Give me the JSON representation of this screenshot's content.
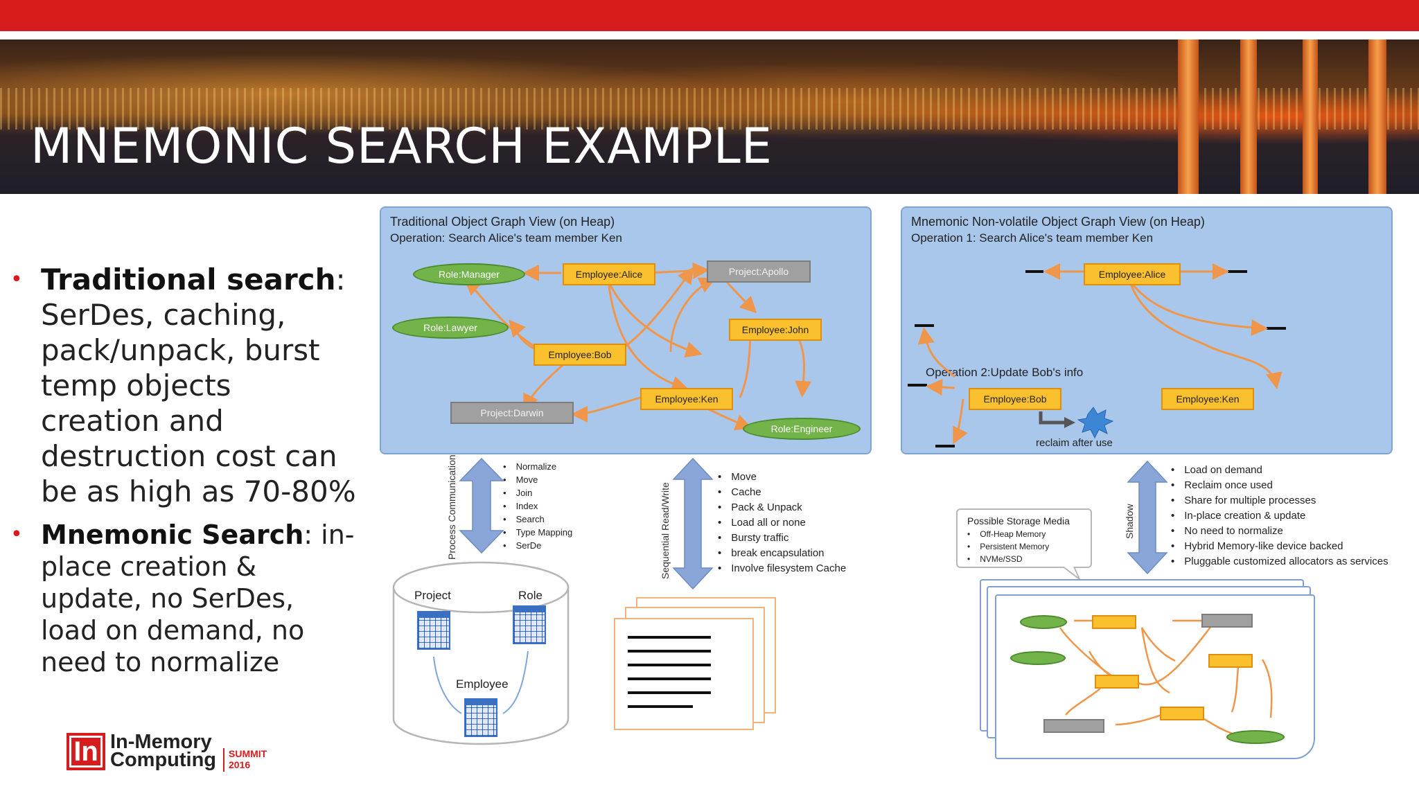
{
  "slide": {
    "title": "MNEMONIC SEARCH EXAMPLE"
  },
  "bullets": [
    {
      "bold": "Traditional search",
      "text": ": SerDes, caching, pack/unpack, burst temp objects creation and destruction cost can be as high as 70-80%"
    },
    {
      "bold": "Mnemonic Search",
      "text": ": in-place creation & update, no SerDes, load on demand, no need to normalize"
    }
  ],
  "traditional": {
    "title": "Traditional Object Graph View (on Heap)",
    "operation": "Operation: Search Alice's team member Ken",
    "nodes": {
      "role_manager": "Role:Manager",
      "employee_alice": "Employee:Alice",
      "project_apollo": "Project:Apollo",
      "role_lawyer": "Role:Lawyer",
      "employee_john": "Employee:John",
      "employee_bob": "Employee:Bob",
      "employee_ken": "Employee:Ken",
      "project_darwin": "Project:Darwin",
      "role_engineer": "Role:Engineer"
    },
    "process_comm_label": "Process Communication",
    "process_comm_items": [
      "Normalize",
      "Move",
      "Join",
      "Index",
      "Search",
      "Type Mapping",
      "SerDe"
    ],
    "seq_label": "Sequential Read/Write",
    "seq_items": [
      "Move",
      "Cache",
      "Pack & Unpack",
      "Load all or none",
      "Bursty traffic",
      "break encapsulation",
      "Involve filesystem Cache"
    ],
    "db_tables": {
      "project": "Project",
      "role": "Role",
      "employee": "Employee"
    }
  },
  "mnemonic": {
    "title": "Mnemonic Non-volatile Object Graph View (on Heap)",
    "operation1": "Operation 1: Search Alice's team member Ken",
    "operation2": "Operation 2:Update Bob's info",
    "nodes": {
      "employee_alice": "Employee:Alice",
      "employee_bob": "Employee:Bob",
      "employee_ken": "Employee:Ken"
    },
    "reclaim": "reclaim after use",
    "shadow_label": "Shadow",
    "shadow_items": [
      "Load on demand",
      "Reclaim once used",
      "Share for multiple processes",
      "In-place creation & update",
      "No need to normalize",
      "Hybrid Memory-like device backed",
      "Pluggable customized allocators as services"
    ],
    "storage": {
      "title": "Possible Storage Media",
      "items": [
        "Off-Heap Memory",
        "Persistent Memory",
        "NVMe/SSD"
      ]
    }
  },
  "logo": {
    "mark": "In",
    "line1": "In-Memory",
    "line2": "Computing",
    "summit": "SUMMIT",
    "year": "2016"
  },
  "colors": {
    "accent": "#d71c1e",
    "panel": "#a9c7ea",
    "node_yellow": "#fbc02d",
    "node_green": "#72b34a",
    "node_gray": "#a0a0a0",
    "arrow": "#f0964a",
    "double_arrow": "#8aa6d8"
  }
}
